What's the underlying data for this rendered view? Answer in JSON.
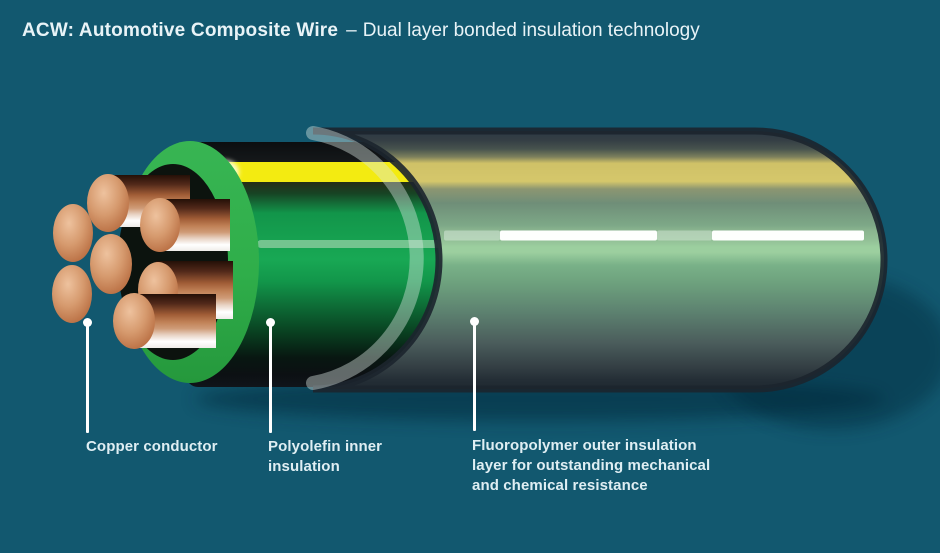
{
  "title": {
    "product": "ACW: Automotive Composite Wire",
    "dash": "–",
    "subtitle": "Dual layer bonded insulation technology"
  },
  "callouts": {
    "copper": {
      "label": "Copper conductor"
    },
    "inner": {
      "label": "Polyolefin inner\ninsulation"
    },
    "outer": {
      "label": "Fluoropolymer outer insulation\nlayer for outstanding mechanical\nand chemical resistance"
    }
  },
  "colors": {
    "background": "#12586f",
    "label_text": "#dfeef3",
    "title_text": "#e8f3f7",
    "leader_line": "#ffffff",
    "copper_conductor": "#c98a5e",
    "inner_insulation_green": "#17a452",
    "inner_ring_green": "#2fae4a",
    "stripe_yellow": "#f3eb11",
    "stripe_yellow_muted": "#cfc167",
    "stripe_white": "#ffffff",
    "outer_insulation_green": "#7dab87",
    "outer_rim_dark": "#1f2830"
  }
}
